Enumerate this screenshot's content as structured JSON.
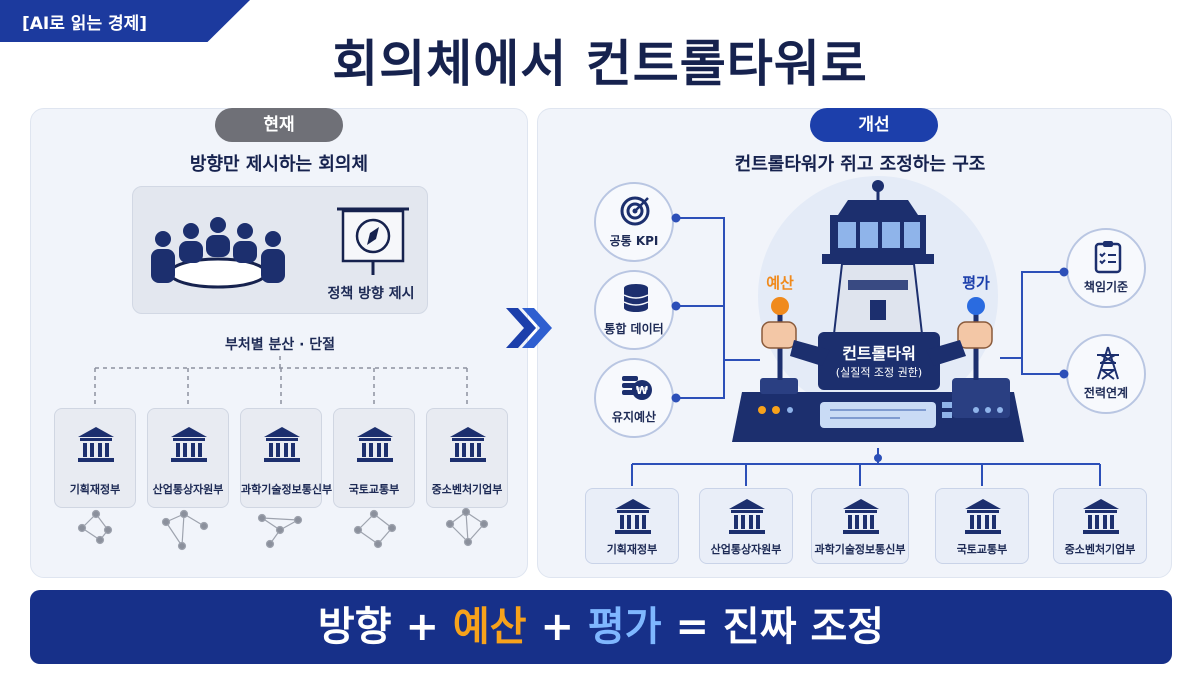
{
  "tag": "[AI로 읽는 경제]",
  "title": "회의체에서 컨트롤타워로",
  "left": {
    "badge": "현재",
    "subtitle": "방향만 제시하는 회의체",
    "meeting_label": "정책 방향 제시",
    "split_label": "부처별 분산 · 단절",
    "ministries": [
      "기획재정부",
      "산업통상자원부",
      "과학기술정보통신부",
      "국토교통부",
      "중소벤처기업부"
    ]
  },
  "right": {
    "badge": "개선",
    "subtitle": "컨트롤타워가 쥐고 조정하는 구조",
    "left_nodes": [
      "공통 KPI",
      "통합 데이터",
      "유지예산"
    ],
    "right_nodes": [
      "책임기준",
      "전력연계"
    ],
    "lever_left": "예산",
    "lever_right": "평가",
    "tower_title": "컨트롤타워",
    "tower_sub": "(실질적 조정 권한)",
    "ministries": [
      "기획재정부",
      "산업통상자원부",
      "과학기술정보통신부",
      "국토교통부",
      "중소벤처기업부"
    ]
  },
  "bottom": {
    "part1": "방향",
    "plus1": "+",
    "part2": "예산",
    "plus2": "+",
    "part3": "평가",
    "equals": "=",
    "result": "진짜 조정"
  },
  "colors": {
    "navy": "#16224e",
    "accent_blue": "#1c3fab",
    "orange": "#f7a21b",
    "sky": "#7fb7ff"
  }
}
